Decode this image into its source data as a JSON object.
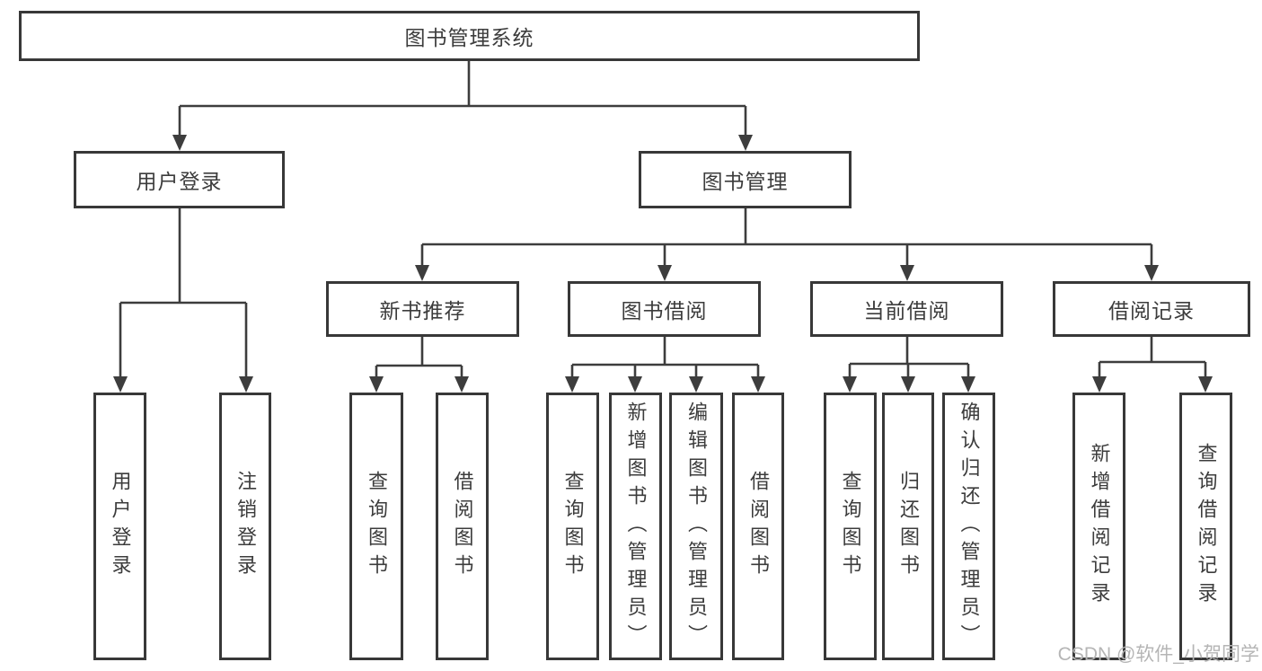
{
  "diagram": {
    "root": {
      "label": "图书管理系统",
      "children": [
        {
          "label": "用户登录",
          "children": [
            {
              "label": "用户登录"
            },
            {
              "label": "注销登录"
            }
          ]
        },
        {
          "label": "图书管理",
          "children": [
            {
              "label": "新书推荐",
              "children": [
                {
                  "label": "查询图书"
                },
                {
                  "label": "借阅图书"
                }
              ]
            },
            {
              "label": "图书借阅",
              "children": [
                {
                  "label": "查询图书"
                },
                {
                  "label": "新增图书（管理员）"
                },
                {
                  "label": "编辑图书（管理员）"
                },
                {
                  "label": "借阅图书"
                }
              ]
            },
            {
              "label": "当前借阅",
              "children": [
                {
                  "label": "查询图书"
                },
                {
                  "label": "归还图书"
                },
                {
                  "label": "确认归还（管理员）"
                }
              ]
            },
            {
              "label": "借阅记录",
              "children": [
                {
                  "label": "新增借阅记录"
                },
                {
                  "label": "查询借阅记录"
                }
              ]
            }
          ]
        }
      ]
    }
  },
  "watermark": {
    "text": "CSDN @软件_小贺同学"
  },
  "colors": {
    "line": "#3d3d3d",
    "box_border": "#383838",
    "text": "#3c3c3c",
    "background": "#ffffff",
    "watermark": "#b5b5b5"
  }
}
